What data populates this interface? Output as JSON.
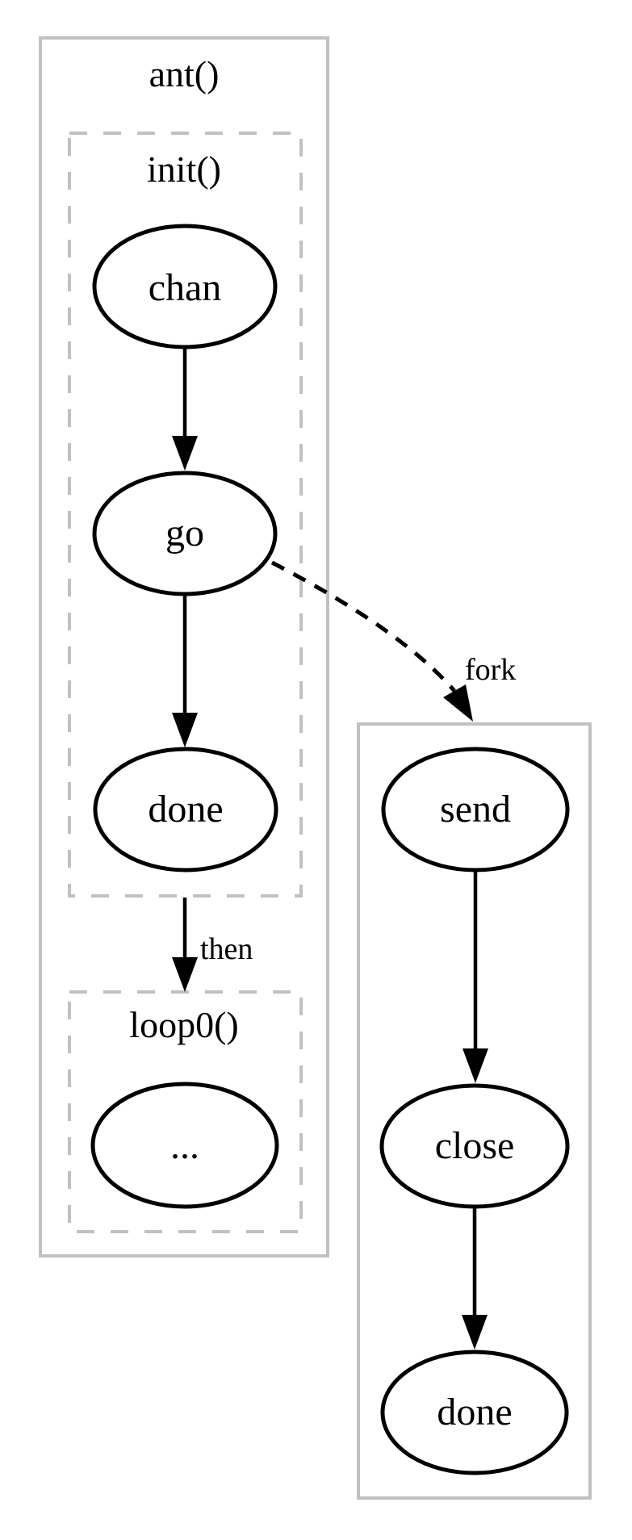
{
  "diagram": {
    "type": "flow-graph",
    "clusters": [
      {
        "id": "ant",
        "label": "ant()",
        "border": "solid"
      },
      {
        "id": "init",
        "label": "init()",
        "border": "dashed"
      },
      {
        "id": "loop0",
        "label": "loop0()",
        "border": "dashed"
      },
      {
        "id": "goroutine",
        "label": "",
        "border": "solid"
      }
    ],
    "nodes": [
      {
        "id": "chan",
        "label": "chan",
        "cluster": "init"
      },
      {
        "id": "go",
        "label": "go",
        "cluster": "init"
      },
      {
        "id": "done-init",
        "label": "done",
        "cluster": "init"
      },
      {
        "id": "ellipsis",
        "label": "...",
        "cluster": "loop0"
      },
      {
        "id": "send",
        "label": "send",
        "cluster": "goroutine"
      },
      {
        "id": "close",
        "label": "close",
        "cluster": "goroutine"
      },
      {
        "id": "done-send",
        "label": "done",
        "cluster": "goroutine"
      }
    ],
    "edges": [
      {
        "from": "chan",
        "to": "go",
        "label": "",
        "style": "solid"
      },
      {
        "from": "go",
        "to": "done-init",
        "label": "",
        "style": "solid"
      },
      {
        "from": "init()",
        "to": "loop0()",
        "label": "then",
        "style": "solid"
      },
      {
        "from": "go",
        "to": "send",
        "label": "fork",
        "style": "dashed"
      },
      {
        "from": "send",
        "to": "close",
        "label": "",
        "style": "solid"
      },
      {
        "from": "close",
        "to": "done-send",
        "label": "",
        "style": "solid"
      }
    ],
    "colors": {
      "background": "#ffffff",
      "cluster_border": "#c1c1c1",
      "node_border": "#000000",
      "edge": "#000000",
      "text": "#000000"
    }
  }
}
